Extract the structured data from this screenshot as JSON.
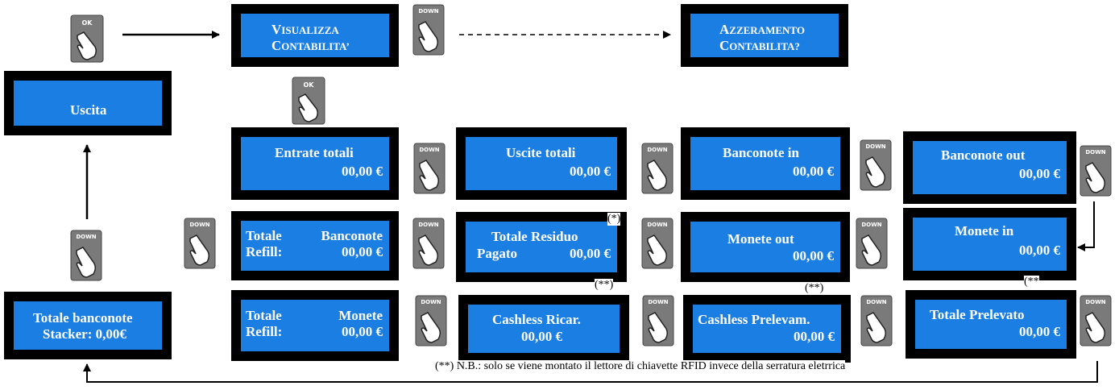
{
  "screens": {
    "visualizza": {
      "line1_V": "V",
      "line1_rest": "ISUALIZZA",
      "line2_C": "C",
      "line2_rest": "ONTABILITA’"
    },
    "azzeramento": {
      "line1_A": "A",
      "line1_rest": "ZZERAMENTO",
      "line2_C": "C",
      "line2_rest": "ONTABILITA?"
    },
    "uscita": {
      "label": "Uscita"
    },
    "entrate_totali": {
      "label": "Entrate totali",
      "value": "00,00 €"
    },
    "uscite_totali": {
      "label": "Uscite totali",
      "value": "00,00 €"
    },
    "banconote_in": {
      "label": "Banconote in",
      "value": "00,00 €"
    },
    "banconote_out": {
      "label": "Banconote out",
      "value": "00,00 €"
    },
    "totale_banconote_refill": {
      "l1a": "Totale",
      "l1b": "Banconote",
      "l2a": "Refill:",
      "value": "00,00 €"
    },
    "totale_residuo_pagato": {
      "l1": "Totale Residuo",
      "l2a": "Pagato",
      "value": "00,00 €"
    },
    "monete_out": {
      "label": "Monete out",
      "value": "00,00 €"
    },
    "monete_in": {
      "label": "Monete in",
      "value": "00,00 €"
    },
    "totale_monete_refill": {
      "l1a": "Totale",
      "l1b": "Monete",
      "l2a": "Refill:",
      "value": "00,00 €"
    },
    "cashless_ricar": {
      "label": "Cashless Ricar.",
      "value": "00,00 €"
    },
    "cashless_prelevam": {
      "label": "Cashless Prelevam.",
      "value": "00,00 €"
    },
    "totale_prelevato": {
      "label": "Totale Prelevato",
      "value": "00,00 €"
    },
    "totale_banconote_stacker": {
      "l1": "Totale banconote",
      "l2": "Stacker: 0,00€"
    }
  },
  "buttons": {
    "ok_label": "OK",
    "down_label": "DOWN"
  },
  "markers": {
    "single": "(*)",
    "double": "(**)",
    "double_partial": "(**"
  },
  "footnote": "(**) N.B.: solo se viene montato il lettore di chiavette RFID invece della serratura eletrrica",
  "colors": {
    "lcd": "#1b7ee3",
    "frame": "#000000",
    "button": "#7a7a7a"
  }
}
